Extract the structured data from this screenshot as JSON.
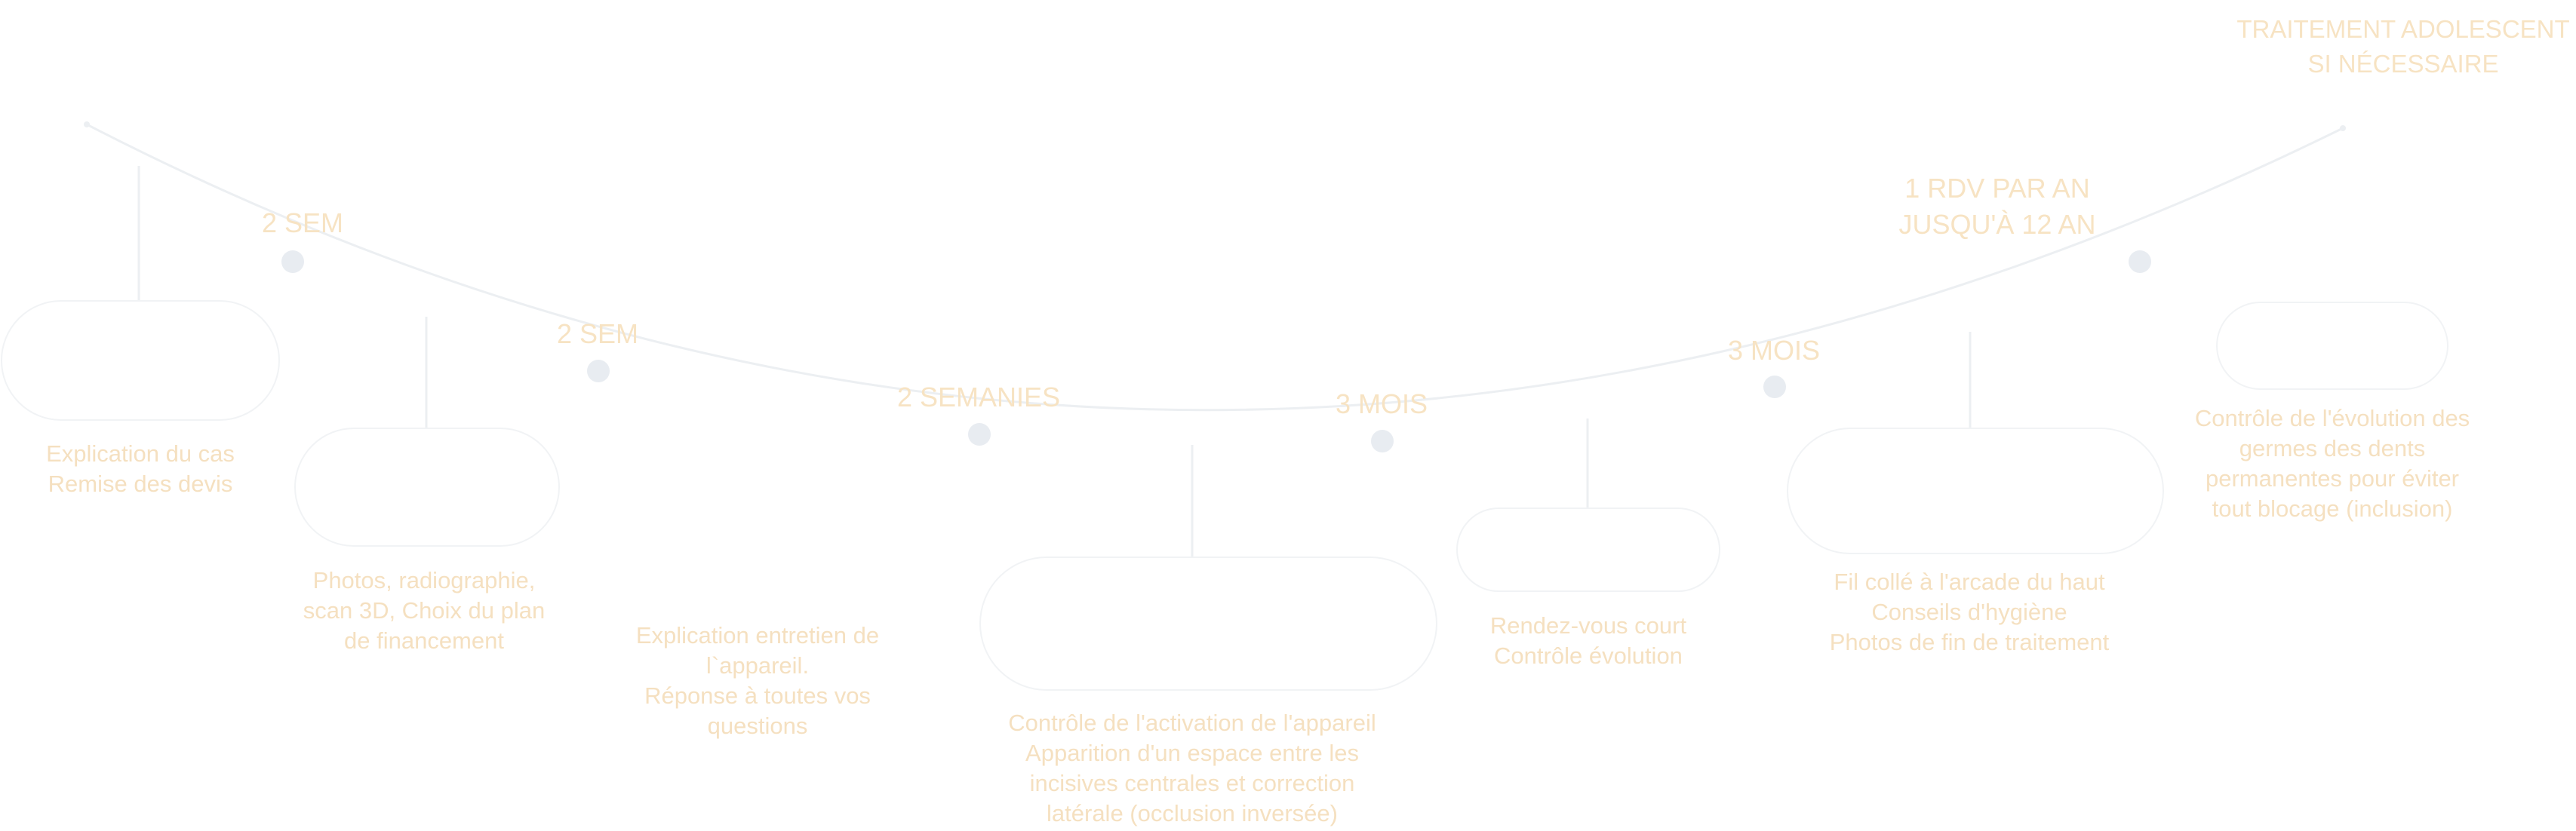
{
  "title_lines": [
    "TRAITEMENT ADOLESCENT",
    "SI NÉCESSAIRE"
  ],
  "milestones": [
    {
      "label_lines": [
        "2 SEM"
      ]
    },
    {
      "label_lines": [
        "2 SEM"
      ]
    },
    {
      "label_lines": [
        "2 SEMANIES"
      ]
    },
    {
      "label_lines": [
        "3 MOIS"
      ]
    },
    {
      "label_lines": [
        "3 MOIS"
      ]
    },
    {
      "label_lines": [
        "1 RDV PAR AN",
        "JUSQU'À 12 AN"
      ]
    }
  ],
  "steps": [
    {
      "description_lines": [
        "Explication du cas",
        "Remise des devis"
      ]
    },
    {
      "description_lines": [
        "Photos, radiographie,",
        "scan 3D, Choix du plan",
        "de financement"
      ]
    },
    {
      "description_lines": [
        "Explication entretien de",
        "l`appareil.",
        "Réponse à toutes vos",
        "questions"
      ]
    },
    {
      "description_lines": [
        "Contrôle de l'activation de l'appareil",
        "Apparition d'un espace entre les",
        "incisives centrales et correction",
        "latérale (occlusion inversée)"
      ]
    },
    {
      "description_lines": [
        "Rendez-vous court",
        "Contrôle évolution"
      ]
    },
    {
      "description_lines": [
        "Fil collé à l'arcade du haut",
        "Conseils d'hygiène",
        "Photos de fin de traitement"
      ]
    },
    {
      "description_lines": [
        "Contrôle de l'évolution des",
        "germes des dents",
        "permanentes pour éviter",
        "tout blocage (inclusion)"
      ]
    }
  ],
  "colors": {
    "text": "#f7e3c3",
    "curve": "#eceff2",
    "dot": "#e8ecf1",
    "pill_border": "#f1f3f5"
  }
}
